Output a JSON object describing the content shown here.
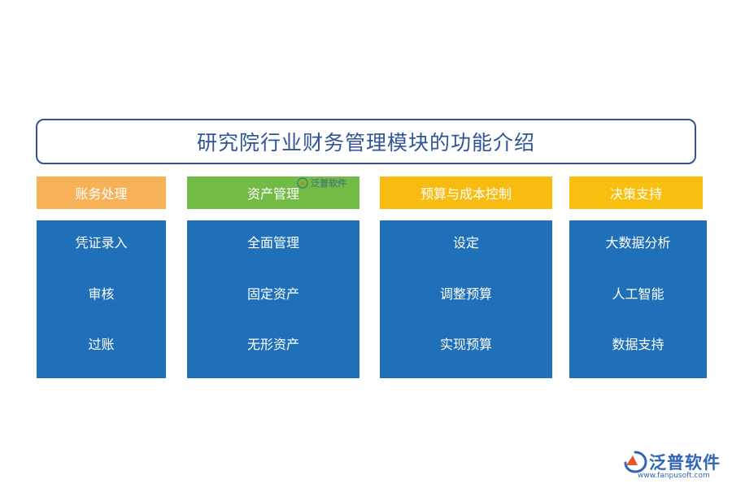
{
  "title": "研究院行业财务管理模块的功能介绍",
  "columns": [
    {
      "header": "账务处理",
      "color": "#f7b157",
      "items": [
        "凭证录入",
        "审核",
        "过账"
      ]
    },
    {
      "header": "资产管理",
      "color": "#72bb45",
      "items": [
        "全面管理",
        "固定资产",
        "无形资产"
      ]
    },
    {
      "header": "预算与成本控制",
      "color": "#f8bb12",
      "items": [
        "设定",
        "调整预算",
        "实现预算"
      ]
    },
    {
      "header": "决策支持",
      "color": "#f8bf0f",
      "items": [
        "大数据分析",
        "人工智能",
        "数据支持"
      ]
    }
  ],
  "body_color": "#1f70b8",
  "watermark": {
    "text": "泛普软件",
    "icon": "fanpu-logo-icon"
  },
  "logo": {
    "text": "泛普软件",
    "url": "www.fanpusoft.com",
    "icon": "fanpu-logo-icon"
  }
}
